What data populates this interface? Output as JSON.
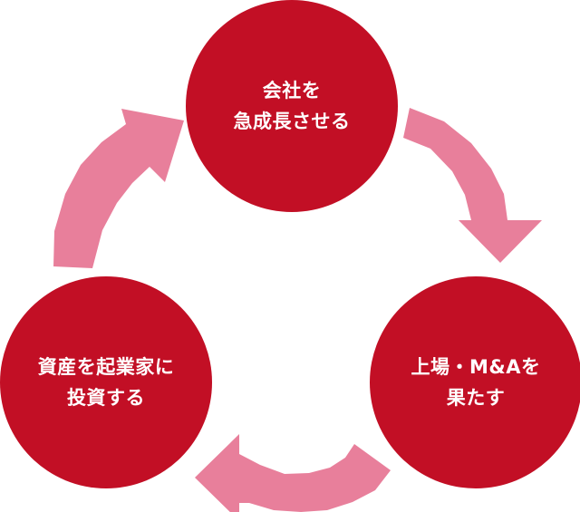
{
  "colors": {
    "node_fill": "#c20f25",
    "arrow_fill": "#e87f9b",
    "text": "#ffffff",
    "background": "#ffffff"
  },
  "nodes": {
    "top": {
      "line1": "会社を",
      "line2": "急成長させる"
    },
    "right": {
      "line1": "上場・M&Aを",
      "line2": "果たす"
    },
    "left": {
      "line1": "資産を起業家に",
      "line2": "投資する"
    }
  },
  "flow": {
    "direction": "clockwise",
    "arrows": [
      {
        "from": "top",
        "to": "right"
      },
      {
        "from": "right",
        "to": "left"
      },
      {
        "from": "left",
        "to": "top"
      }
    ]
  }
}
